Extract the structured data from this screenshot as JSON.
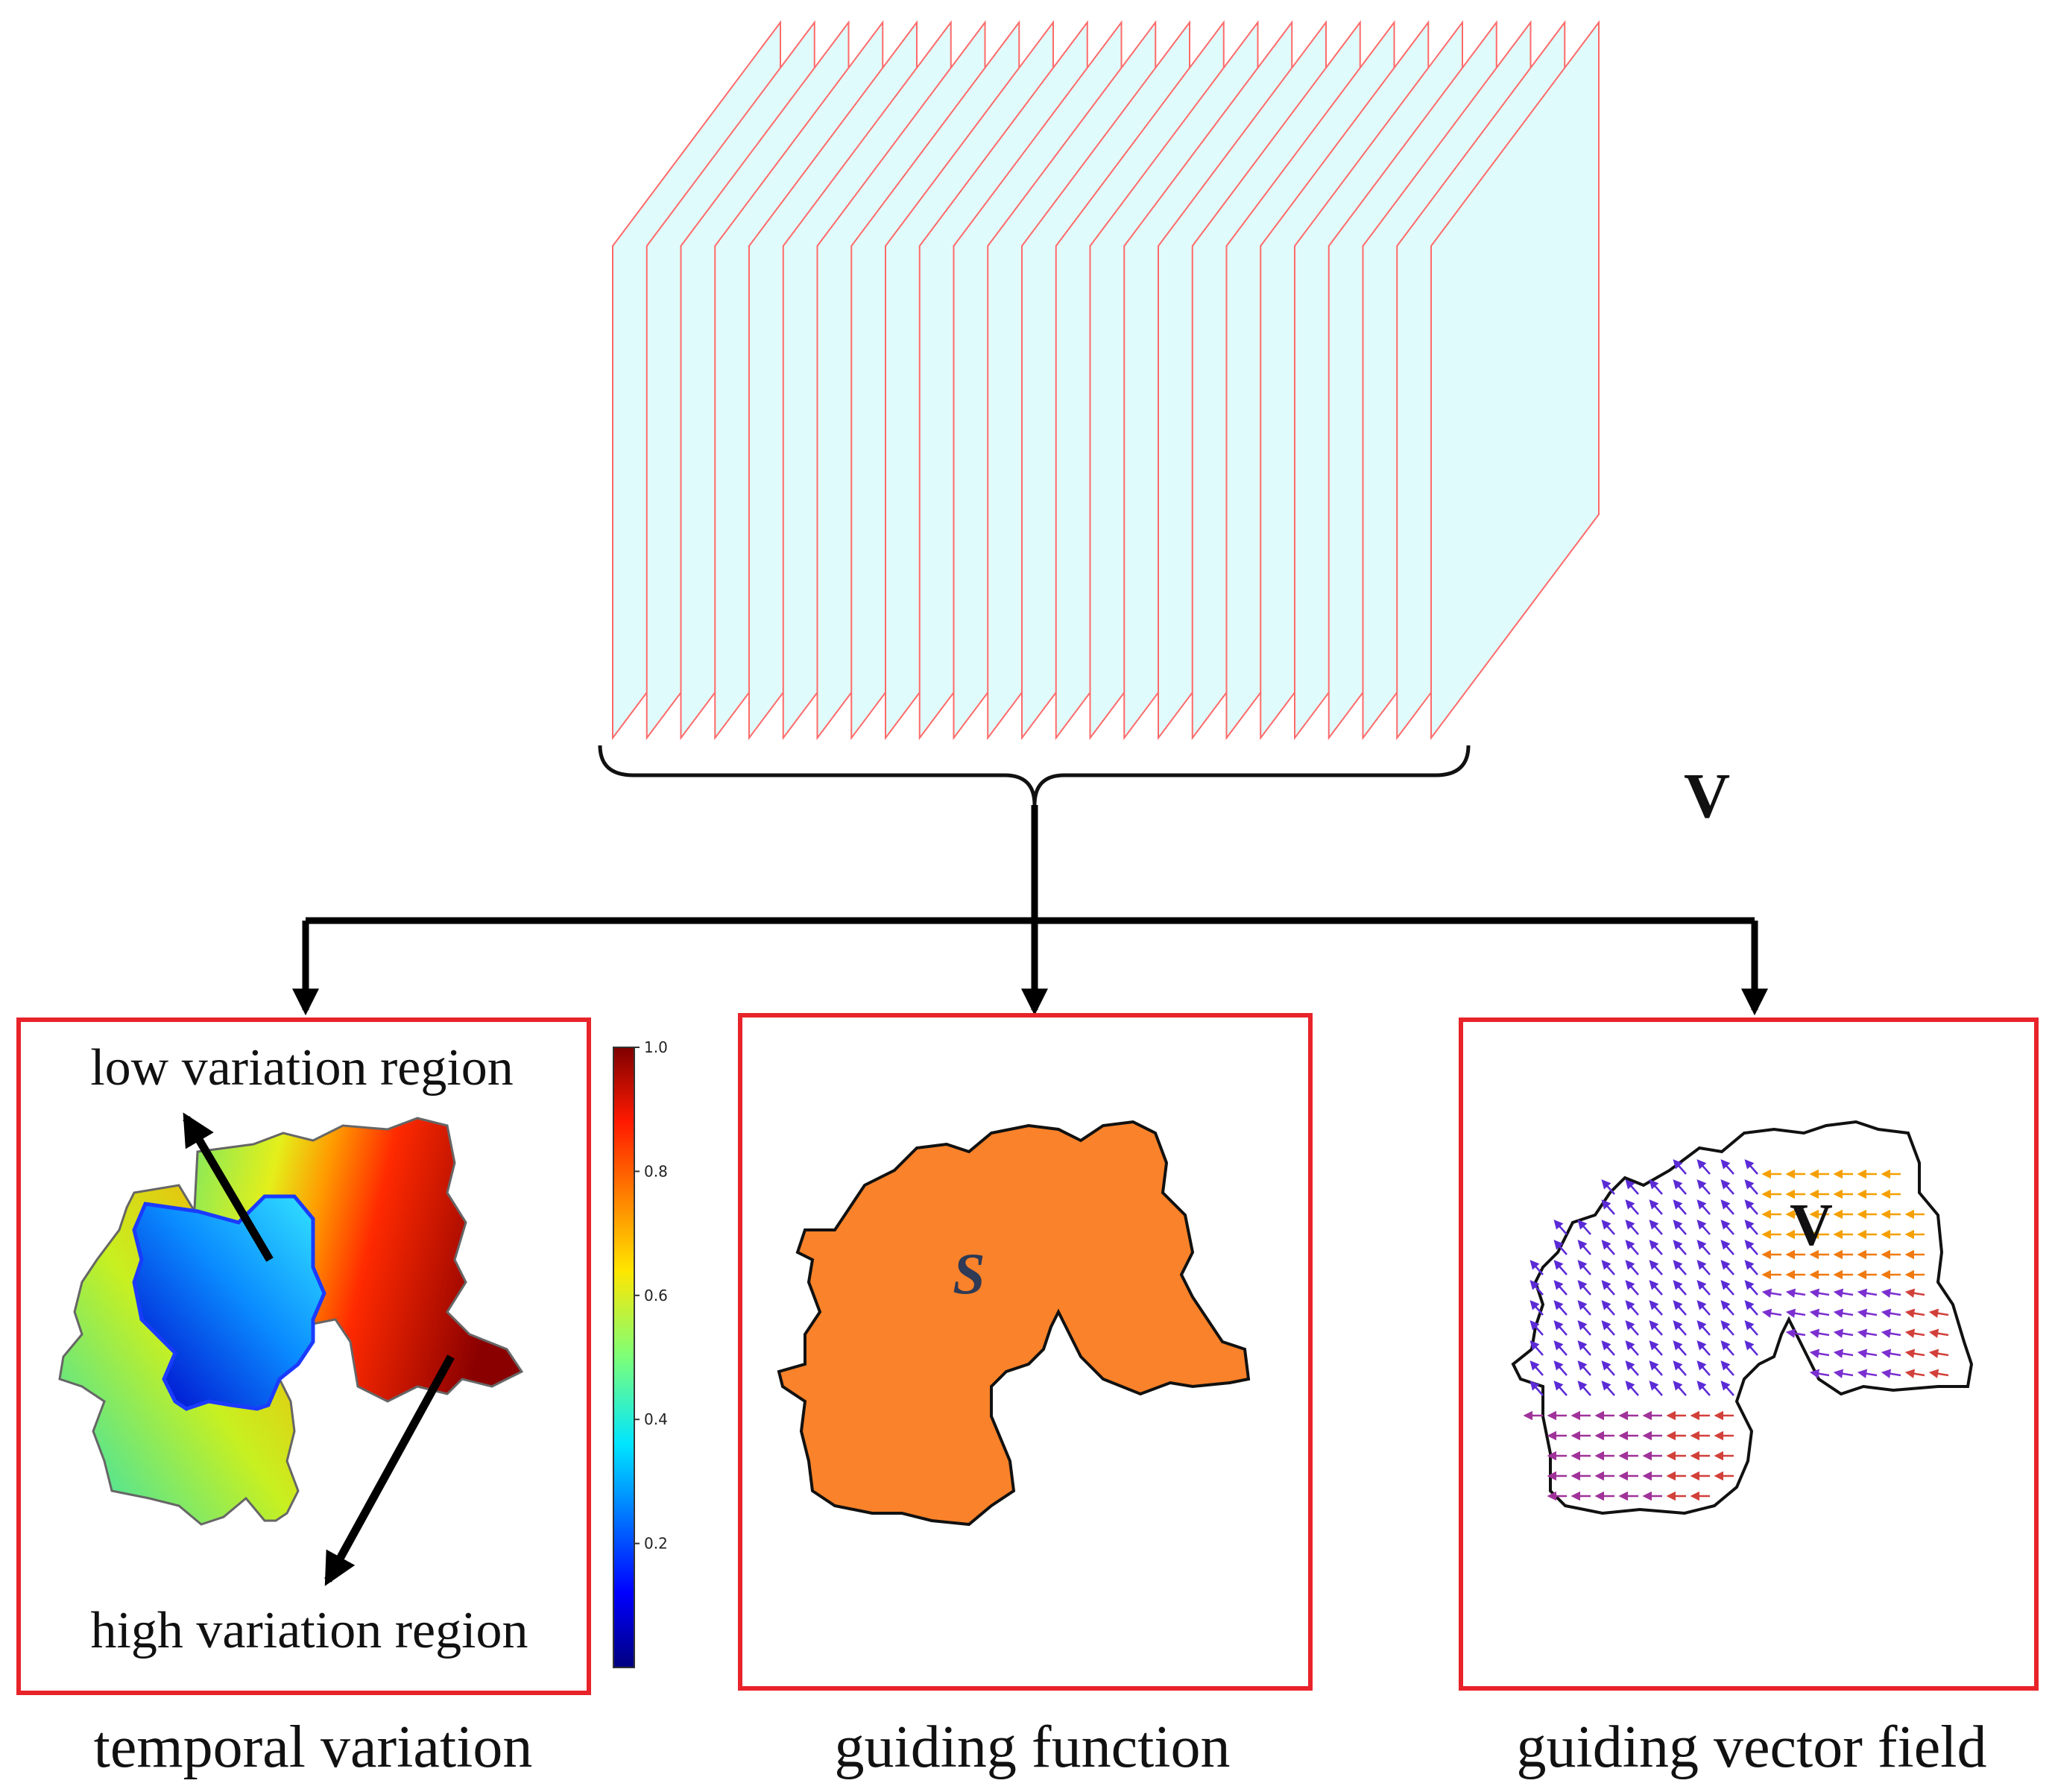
{
  "stack": {
    "label": "V",
    "slice_count": 25,
    "slice_fill": "#e0fbfb",
    "slice_stroke": "#ff6a6a"
  },
  "panels": [
    {
      "caption": "temporal variation",
      "annotations": {
        "top": "low variation region",
        "bottom": "high variation region"
      },
      "colorbar": {
        "ticks": [
          "1.0",
          "0.8",
          "0.6",
          "0.4",
          "0.2"
        ],
        "colormap": "jet"
      }
    },
    {
      "caption": "guiding function",
      "symbol": "S",
      "fill": "#f9822a"
    },
    {
      "caption": "guiding vector field",
      "symbol": "V"
    }
  ],
  "colors": {
    "panel_border": "#e8232a",
    "arrow": "#000000"
  }
}
